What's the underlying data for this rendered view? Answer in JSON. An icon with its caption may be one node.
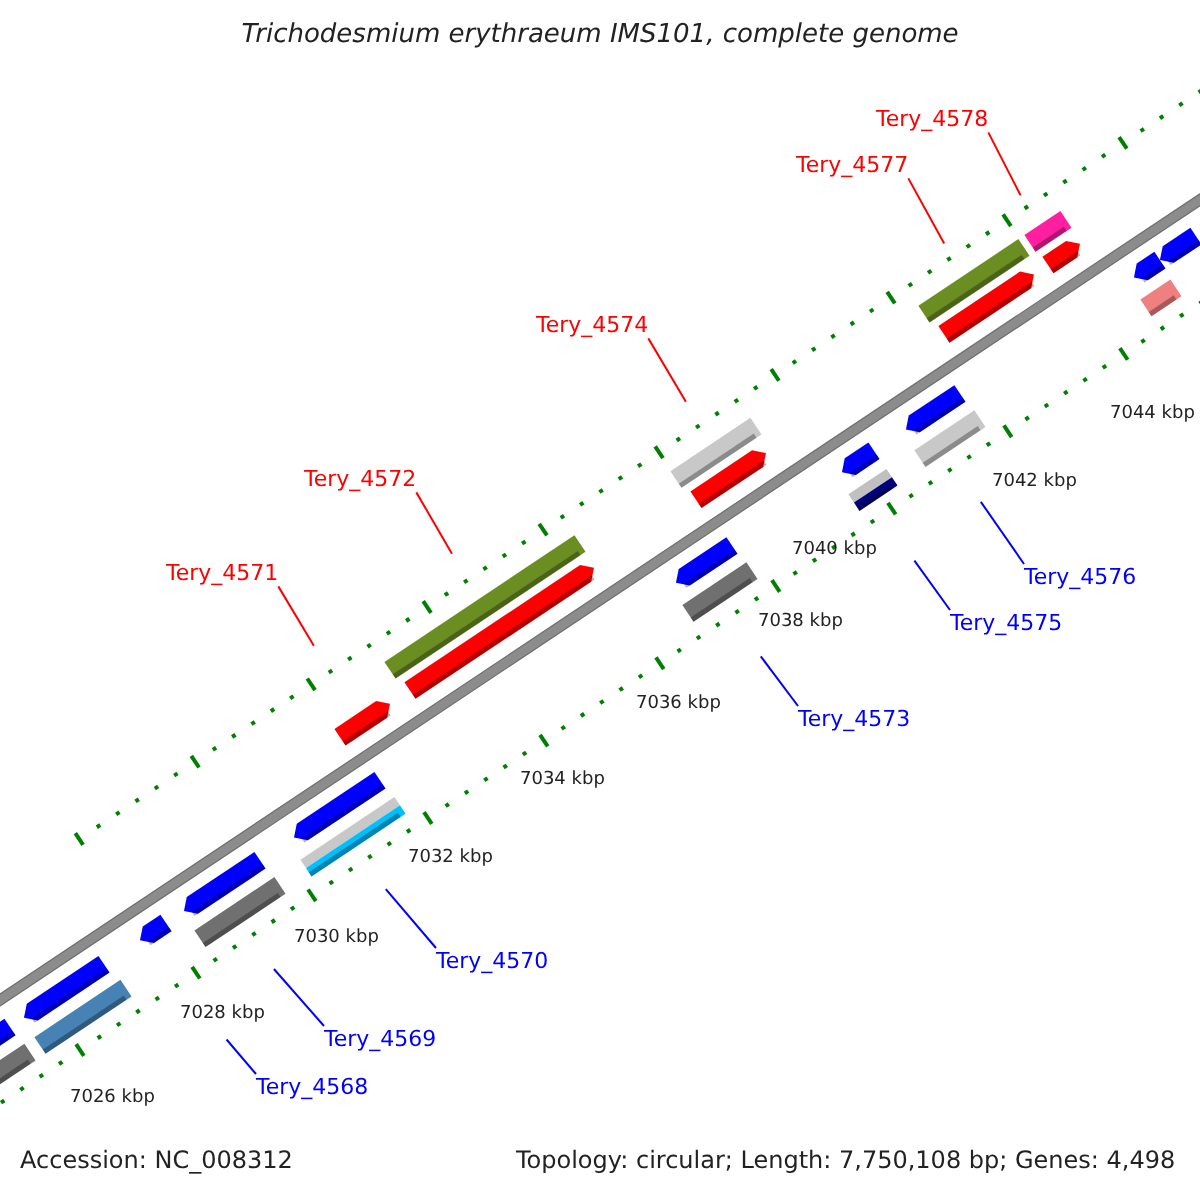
{
  "diagram": {
    "title": "Trichodesmium erythraeum IMS101, complete genome",
    "nodes": [
      {
        "text": [
          "Tery_4578"
        ]
      },
      {
        "text": [
          "Tery_4577"
        ]
      },
      {
        "text": [
          "Tery_4574"
        ]
      },
      {
        "text": [
          "Tery_4572"
        ]
      },
      {
        "text": [
          "Tery_4571"
        ]
      },
      {
        "text": [
          "Tery_4576"
        ]
      },
      {
        "text": [
          "Tery_4575"
        ]
      },
      {
        "text": [
          "Tery_4573"
        ]
      },
      {
        "text": [
          "Tery_4570"
        ]
      },
      {
        "text": [
          "Tery_4569"
        ]
      },
      {
        "text": [
          "Tery_4568"
        ]
      }
    ],
    "edges": [
      {
        "from": 0,
        "to": null,
        "arrow": "none",
        "color": "#ff0000"
      },
      {
        "from": 1,
        "to": null,
        "arrow": "none",
        "color": "#ff0000"
      },
      {
        "from": 2,
        "to": null,
        "arrow": "none",
        "color": "#ff0000"
      },
      {
        "from": 3,
        "to": null,
        "arrow": "none",
        "color": "#ff0000"
      },
      {
        "from": 4,
        "to": null,
        "arrow": "none",
        "color": "#ff0000"
      },
      {
        "from": 5,
        "to": null,
        "arrow": "none"
      },
      {
        "from": 6,
        "to": null,
        "arrow": "none"
      },
      {
        "from": 7,
        "to": null,
        "arrow": "none"
      },
      {
        "from": 8,
        "to": null,
        "arrow": "none"
      },
      {
        "from": 9,
        "to": null,
        "arrow": "none"
      },
      {
        "from": 10,
        "to": null,
        "arrow": "none"
      }
    ],
    "labels": [
      "7044 kbp",
      "7042 kbp",
      "7040 kbp",
      "7038 kbp",
      "7036 kbp",
      "7034 kbp",
      "7032 kbp",
      "7030 kbp",
      "7028 kbp",
      "7026 kbp",
      "Accession: NC_008312",
      "Topology: circular; Length: 7,750,108 bp; Genes: 4,498"
    ]
  }
}
